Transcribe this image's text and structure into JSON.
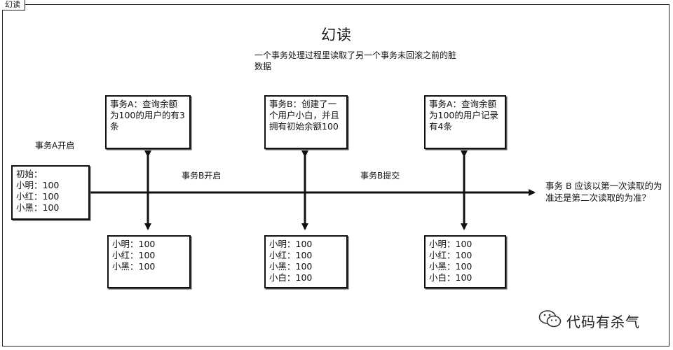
{
  "frame_tab": "幻读",
  "title": "幻读",
  "description": "一个事务处理过程里读取了另一个事务未回滚之前的脏数据",
  "initial_box": "初始：\n小明：100\n小红：100\n小黑：100",
  "labels": {
    "txn_a_start": "事务A开启",
    "txn_b_start": "事务B开启",
    "txn_b_commit": "事务B提交"
  },
  "top_boxes": {
    "first": "事务A：查询余额为100的用户的有3条",
    "second": "事务B：创建了一个用户小白，并且拥有初始余额100",
    "third": "事务A：查询余额为100的用户记录有4条"
  },
  "bottom_boxes": {
    "first": "小明：100\n小红：100\n小黑：100",
    "second": "小明：100\n小红：100\n小黑：100\n小白：100",
    "third": "小明：100\n小红：100\n小黑：100\n小白：100"
  },
  "question": "事务 B 应该以第一次读取的为准还是第二次读取的为准？",
  "logo_text": "代码有杀气",
  "logo_icon": "wechat-icon"
}
